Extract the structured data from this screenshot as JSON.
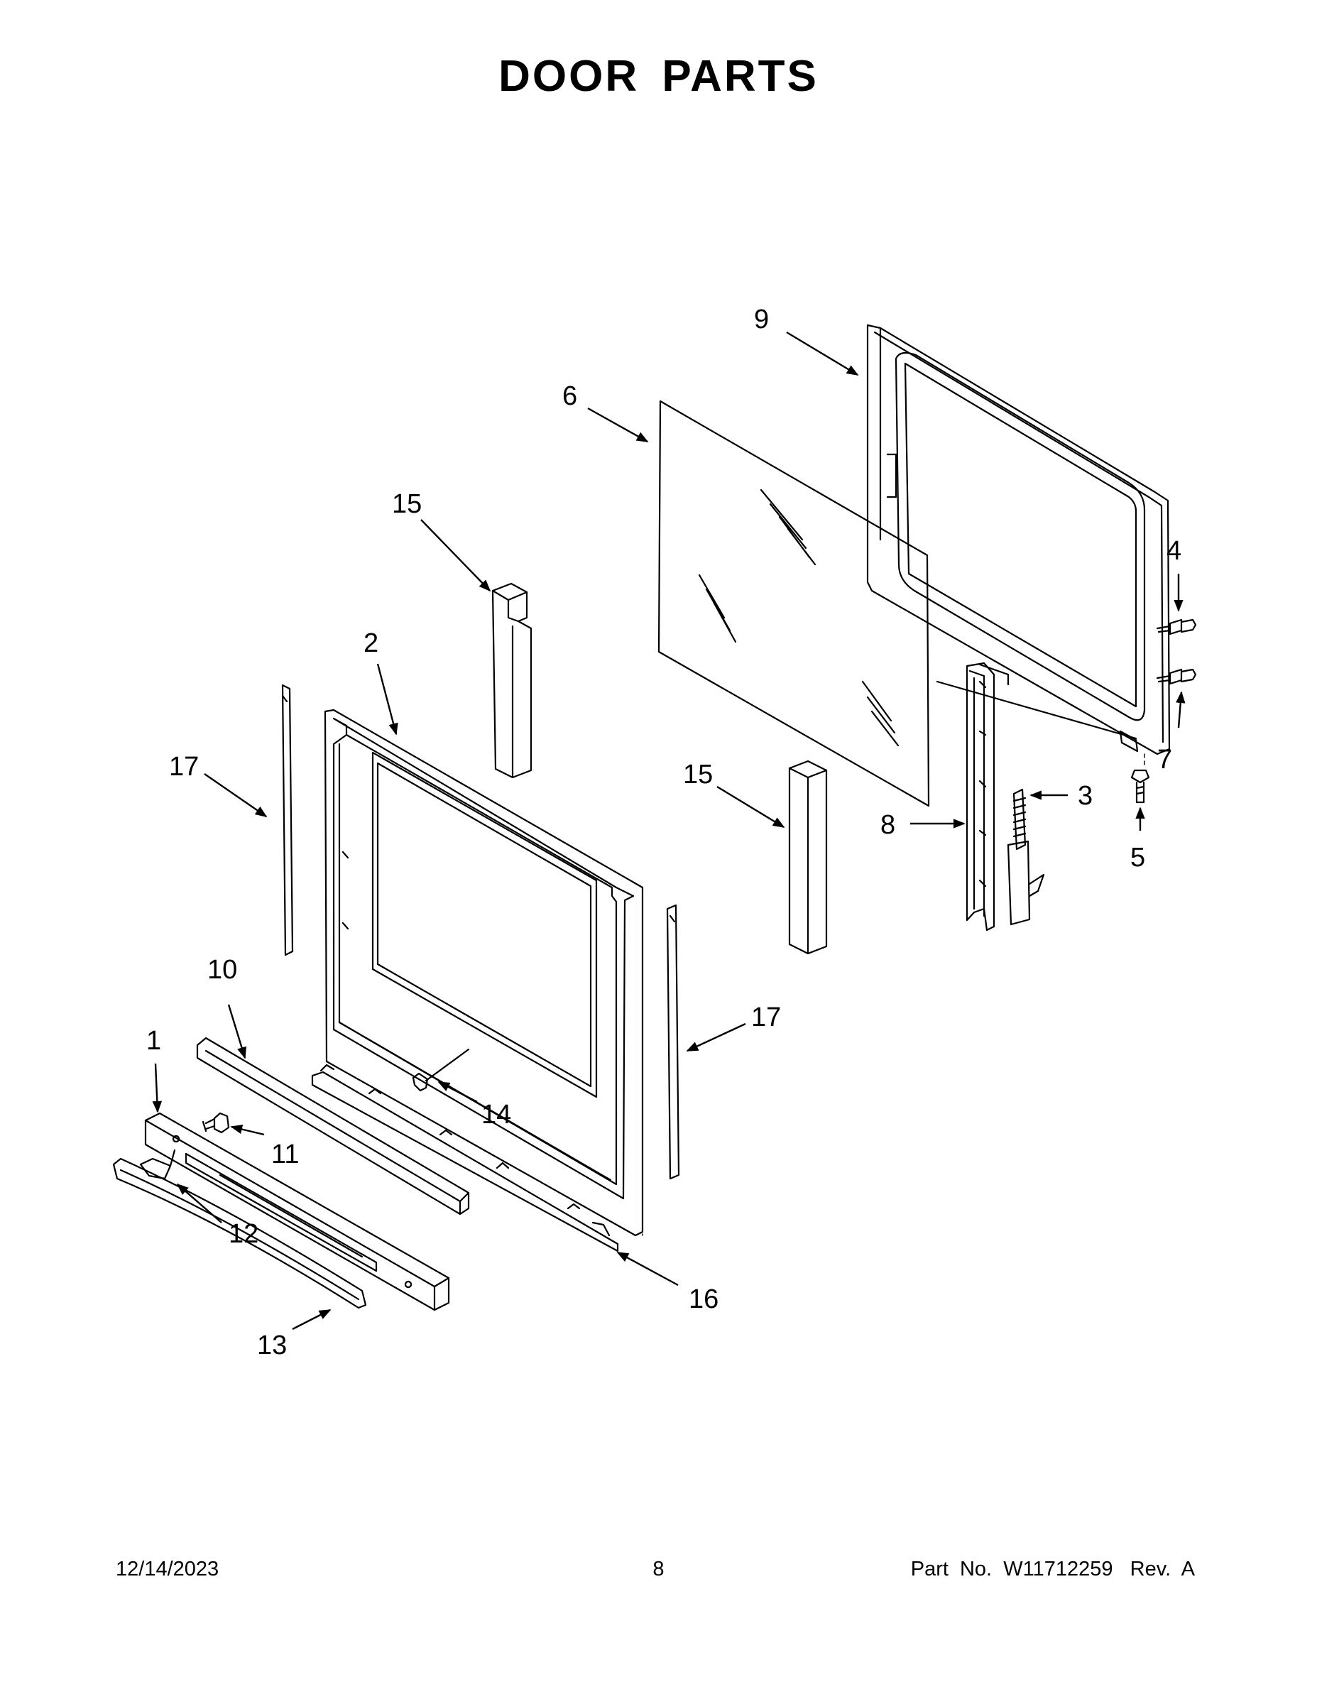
{
  "page": {
    "title": "DOOR PARTS",
    "footer": {
      "date": "12/14/2023",
      "page_number": "8",
      "part_label": "Part No.",
      "part_number": "W11712259",
      "rev_label": "Rev.",
      "rev": "A"
    }
  },
  "callouts": {
    "c1": "1",
    "c2": "2",
    "c3": "3",
    "c4": "4",
    "c5": "5",
    "c6": "6",
    "c7": "7",
    "c8": "8",
    "c9": "9",
    "c10": "10",
    "c11": "11",
    "c12": "12",
    "c13": "13",
    "c14": "14",
    "c15a": "15",
    "c15b": "15",
    "c16": "16",
    "c17a": "17",
    "c17b": "17"
  }
}
